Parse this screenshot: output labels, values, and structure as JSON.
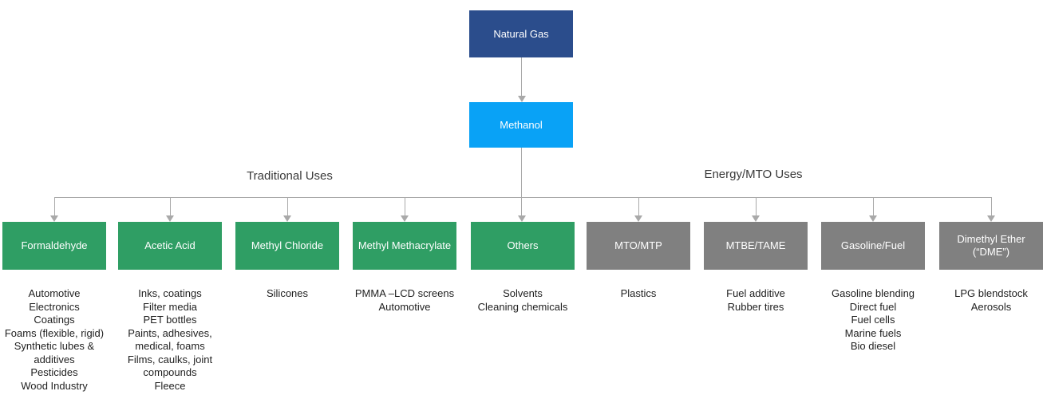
{
  "root_label": "Natural Gas",
  "intermediate_label": "Methanol",
  "headings": {
    "traditional": "Traditional Uses",
    "energy": "Energy/MTO Uses"
  },
  "branches": [
    {
      "label": "Formaldehyde",
      "group": "traditional",
      "uses": [
        "Automotive",
        "Electronics",
        "Coatings",
        "Foams (flexible, rigid)",
        "Synthetic lubes & additives",
        "Pesticides",
        "Wood Industry"
      ]
    },
    {
      "label": "Acetic Acid",
      "group": "traditional",
      "uses": [
        "Inks, coatings",
        "Filter media",
        "PET bottles",
        "Paints, adhesives, medical, foams",
        "Films, caulks, joint compounds",
        "Fleece"
      ]
    },
    {
      "label": "Methyl Chloride",
      "group": "traditional",
      "uses": [
        "Silicones"
      ]
    },
    {
      "label": "Methyl Methacrylate",
      "group": "traditional",
      "uses": [
        "PMMA –LCD screens",
        "Automotive"
      ]
    },
    {
      "label": "Others",
      "group": "traditional",
      "uses": [
        "Solvents",
        "Cleaning chemicals"
      ]
    },
    {
      "label": "MTO/MTP",
      "group": "energy",
      "uses": [
        "Plastics"
      ]
    },
    {
      "label": "MTBE/TAME",
      "group": "energy",
      "uses": [
        "Fuel additive",
        "Rubber tires"
      ]
    },
    {
      "label": "Gasoline/Fuel",
      "group": "energy",
      "uses": [
        "Gasoline blending",
        "Direct fuel",
        "Fuel cells",
        "Marine fuels",
        "Bio diesel"
      ]
    },
    {
      "label": "Dimethyl Ether (“DME”)",
      "group": "energy",
      "uses": [
        "LPG blendstock",
        "Aerosols"
      ]
    }
  ],
  "colors": {
    "root": "#2b4d8c",
    "intermediate": "#09a2f6",
    "traditional": "#2f9e64",
    "energy": "#808080",
    "connector": "#a9a9a9",
    "heading": "#3a3a3a",
    "list-text": "#1f1f1f"
  }
}
